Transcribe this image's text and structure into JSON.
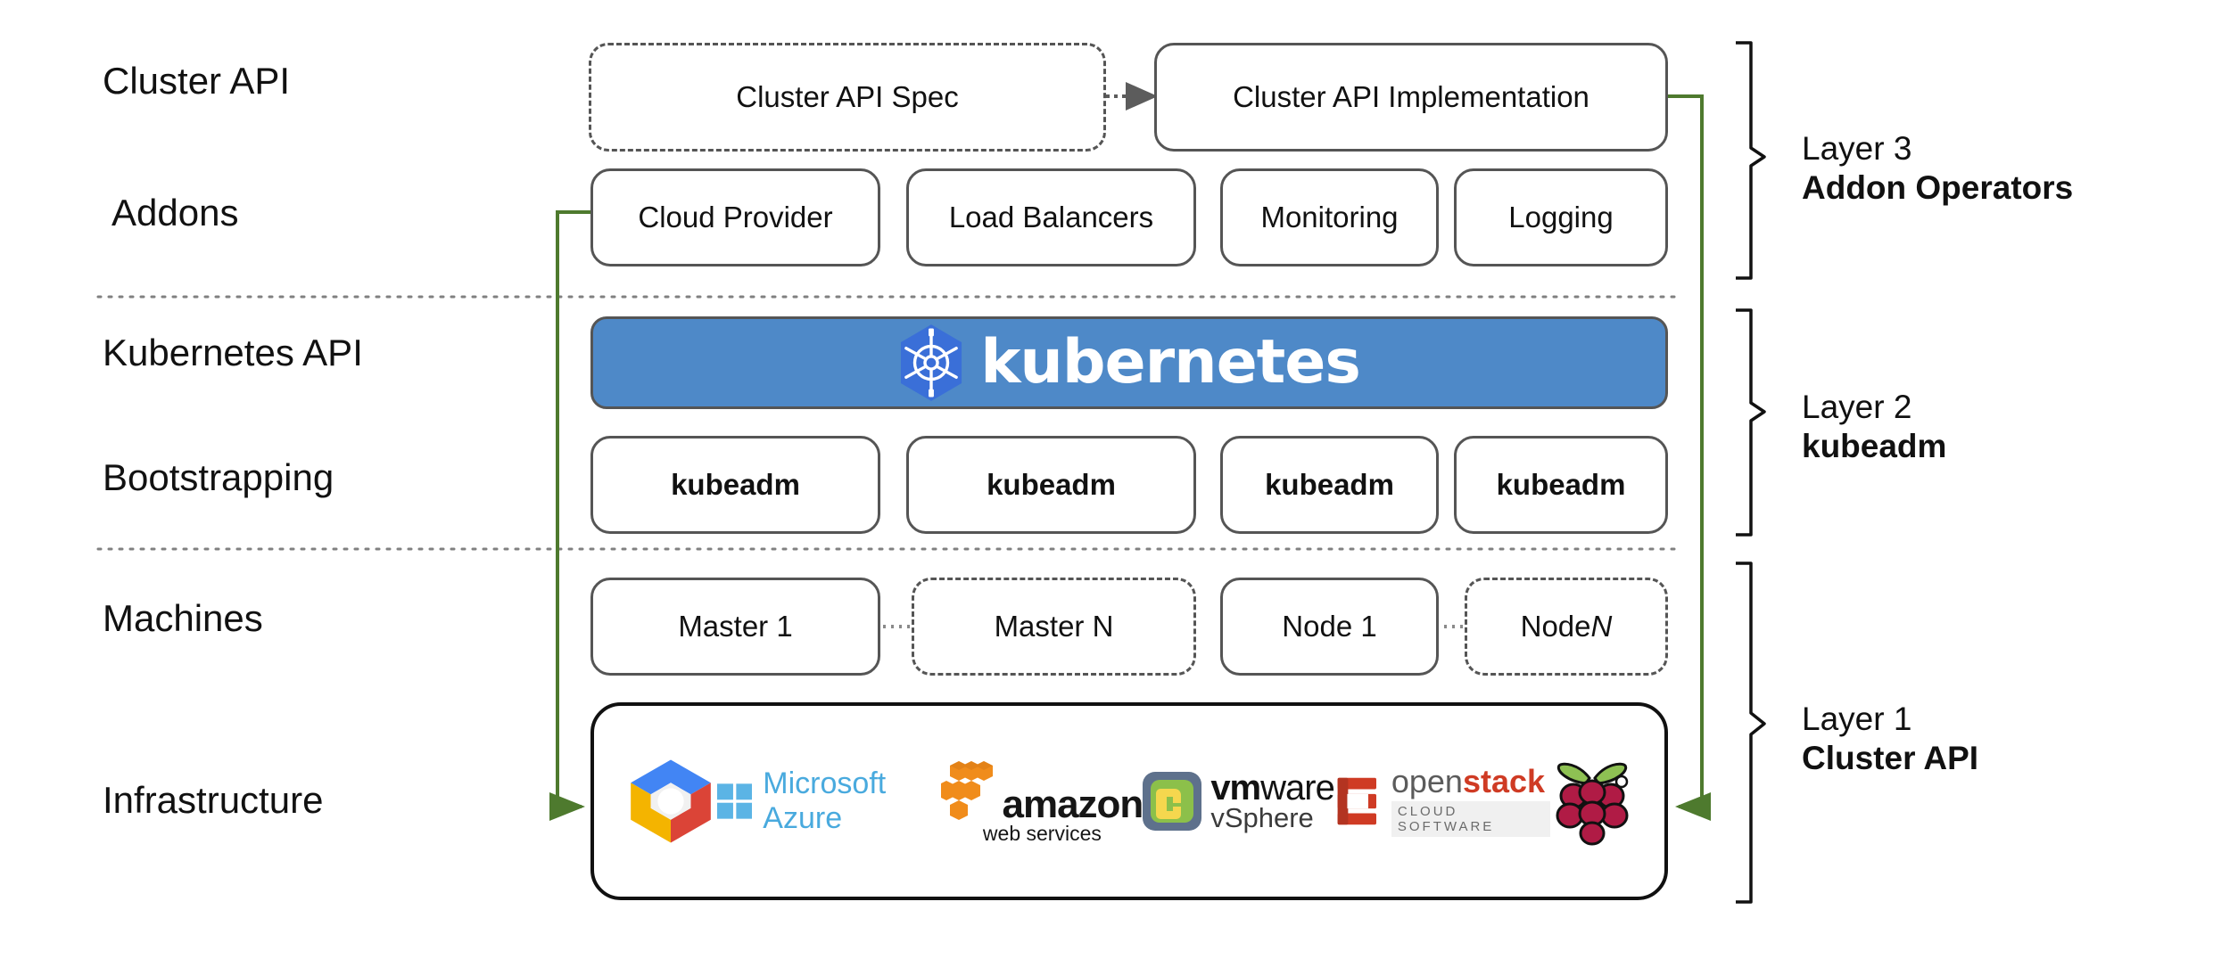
{
  "diagram": {
    "title": "Kubernetes Cluster API layered architecture",
    "accent_green": "#4e7a2e",
    "k8s_blue": "#4e89c8",
    "box_border": "#555555"
  },
  "row_labels": [
    {
      "id": "cluster-api",
      "text": "Cluster API"
    },
    {
      "id": "addons",
      "text": "Addons"
    },
    {
      "id": "kubernetes-api",
      "text": "Kubernetes API"
    },
    {
      "id": "bootstrapping",
      "text": "Bootstrapping"
    },
    {
      "id": "machines",
      "text": "Machines"
    },
    {
      "id": "infrastructure",
      "text": "Infrastructure"
    }
  ],
  "cluster_api_row": {
    "spec": {
      "label": "Cluster API Spec",
      "style": "dashed"
    },
    "implementation": {
      "label": "Cluster API Implementation",
      "style": "solid"
    }
  },
  "addons_row": [
    {
      "label": "Cloud Provider"
    },
    {
      "label": "Load Balancers"
    },
    {
      "label": "Monitoring"
    },
    {
      "label": "Logging"
    }
  ],
  "kubernetes_banner": {
    "wordmark": "kubernetes",
    "logo_name": "kubernetes-helm-wheel-logo",
    "background": "#4e89c8"
  },
  "bootstrapping_row": [
    {
      "label": "kubeadm"
    },
    {
      "label": "kubeadm"
    },
    {
      "label": "kubeadm"
    },
    {
      "label": "kubeadm"
    }
  ],
  "machines_row": [
    {
      "label": "Master 1",
      "style": "solid"
    },
    {
      "label": "Master N",
      "style": "dashed"
    },
    {
      "label": "Node 1",
      "style": "solid"
    },
    {
      "label": "Node ",
      "italic_tail": "N",
      "style": "dashed"
    }
  ],
  "infrastructure_logos": [
    {
      "id": "google-cloud",
      "name": "google-cloud-logo",
      "text": ""
    },
    {
      "id": "microsoft-azure",
      "name": "microsoft-azure-logo",
      "text": "Microsoft Azure"
    },
    {
      "id": "amazon-web-services",
      "name": "aws-logo",
      "text": "amazon",
      "subtext": "web services"
    },
    {
      "id": "vmware-vsphere",
      "name": "vmware-vsphere-logo",
      "text_bold": "vm",
      "text": "ware",
      "subtext": "vSphere"
    },
    {
      "id": "openstack",
      "name": "openstack-logo",
      "text": "open",
      "text_accent": "stack",
      "subtext": "CLOUD SOFTWARE"
    },
    {
      "id": "raspberry-pi",
      "name": "raspberry-pi-logo",
      "text": ""
    }
  ],
  "layers": [
    {
      "id": "layer-3",
      "line1": "Layer 3",
      "line2": "Addon Operators"
    },
    {
      "id": "layer-2",
      "line1": "Layer 2",
      "line2": "kubeadm"
    },
    {
      "id": "layer-1",
      "line1": "Layer 1",
      "line2": "Cluster API"
    }
  ]
}
